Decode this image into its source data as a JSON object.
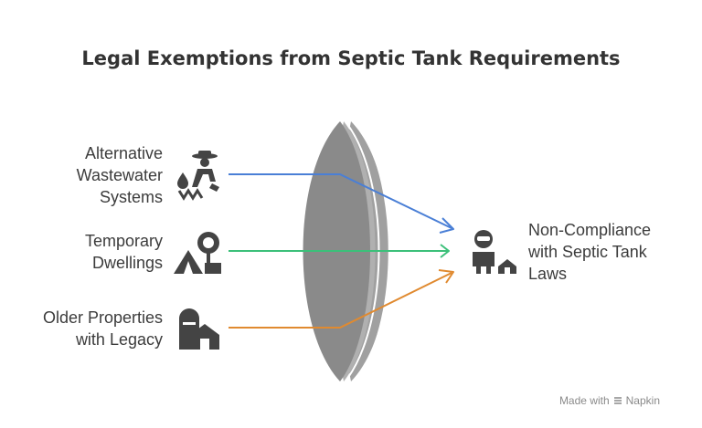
{
  "title": "Legal Exemptions from Septic Tank Requirements",
  "inputs": [
    {
      "lines": [
        "Alternative",
        "Wastewater",
        "Systems"
      ],
      "icon": "wastewater-worker-icon",
      "color": "#4a7fd6"
    },
    {
      "lines": [
        "Temporary",
        "Dwellings"
      ],
      "icon": "tent-tree-icon",
      "color": "#3cc07a"
    },
    {
      "lines": [
        "Older Properties",
        "with Legacy"
      ],
      "icon": "silo-house-icon",
      "color": "#e08a30"
    }
  ],
  "output": {
    "lines": [
      "Non-Compliance",
      "with Septic Tank",
      "Laws"
    ],
    "icon": "person-house-icon"
  },
  "lens_color": "#8a8a8a",
  "watermark": {
    "prefix": "Made with",
    "brand": "Napkin"
  }
}
